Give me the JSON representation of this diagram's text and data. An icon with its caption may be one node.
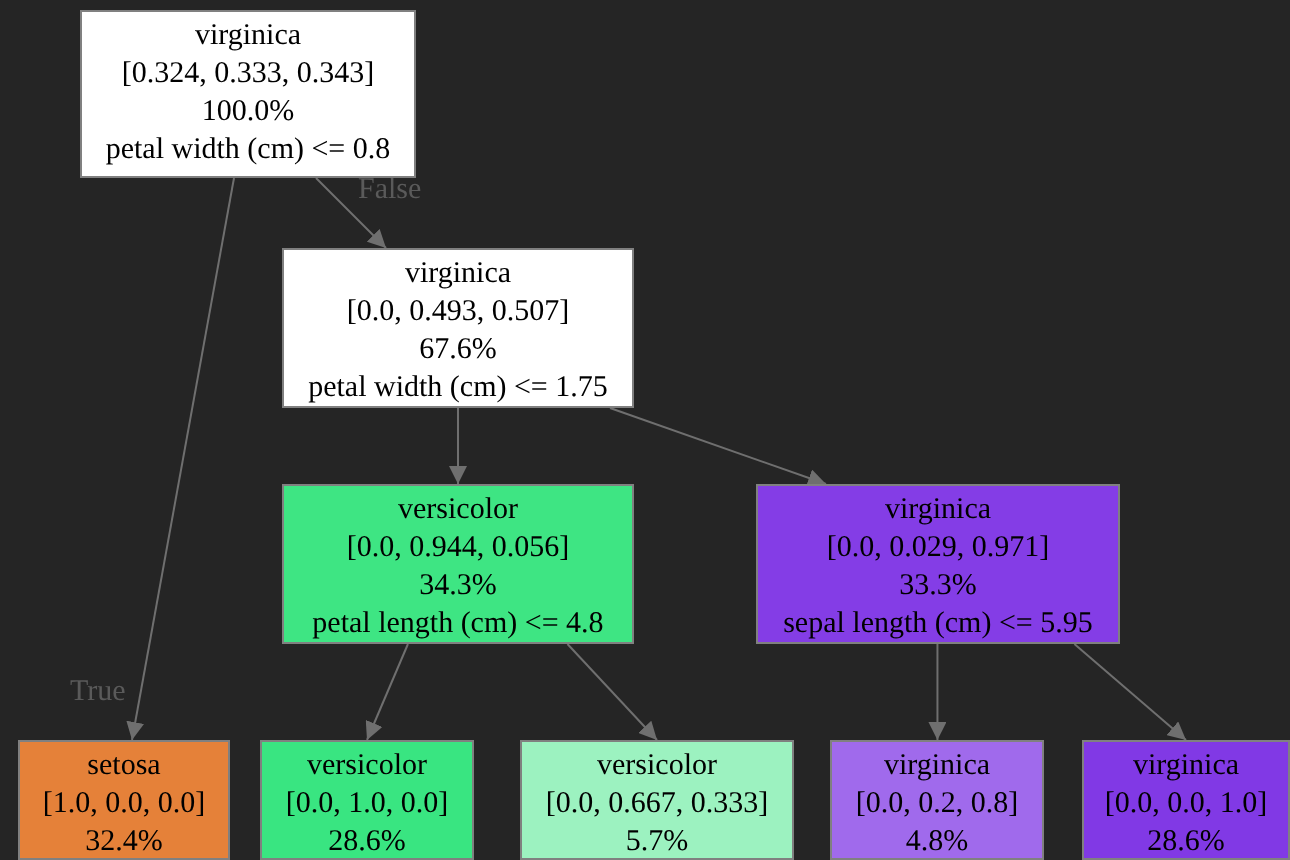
{
  "diagram": {
    "nodes": [
      {
        "text": [
          "virginica",
          "[0.324, 0.333, 0.343]",
          "100.0%",
          "petal width (cm) <= 0.8"
        ]
      },
      {
        "text": [
          "virginica",
          "[0.0, 0.493, 0.507]",
          "67.6%",
          "petal width (cm) <= 1.75"
        ]
      },
      {
        "text": [
          "versicolor",
          "[0.0, 0.944, 0.056]",
          "34.3%",
          "petal length (cm) <= 4.8"
        ]
      },
      {
        "text": [
          "virginica",
          "[0.0, 0.029, 0.971]",
          "33.3%",
          "sepal length (cm) <= 5.95"
        ]
      },
      {
        "text": [
          "setosa",
          "[1.0, 0.0, 0.0]",
          "32.4%"
        ]
      },
      {
        "text": [
          "versicolor",
          "[0.0, 1.0, 0.0]",
          "28.6%"
        ]
      },
      {
        "text": [
          "versicolor",
          "[0.0, 0.667, 0.333]",
          "5.7%"
        ]
      },
      {
        "text": [
          "virginica",
          "[0.0, 0.2, 0.8]",
          "4.8%"
        ]
      },
      {
        "text": [
          "virginica",
          "[0.0, 0.0, 1.0]",
          "28.6%"
        ]
      }
    ],
    "edges": [
      {
        "from": 0,
        "to": 4,
        "arrow": "to",
        "label": "True"
      },
      {
        "from": 0,
        "to": 1,
        "arrow": "to",
        "label": "False"
      },
      {
        "from": 1,
        "to": 2,
        "arrow": "to"
      },
      {
        "from": 1,
        "to": 3,
        "arrow": "to"
      },
      {
        "from": 2,
        "to": 5,
        "arrow": "to"
      },
      {
        "from": 2,
        "to": 6,
        "arrow": "to"
      },
      {
        "from": 3,
        "to": 7,
        "arrow": "to"
      },
      {
        "from": 3,
        "to": 8,
        "arrow": "to"
      }
    ]
  }
}
